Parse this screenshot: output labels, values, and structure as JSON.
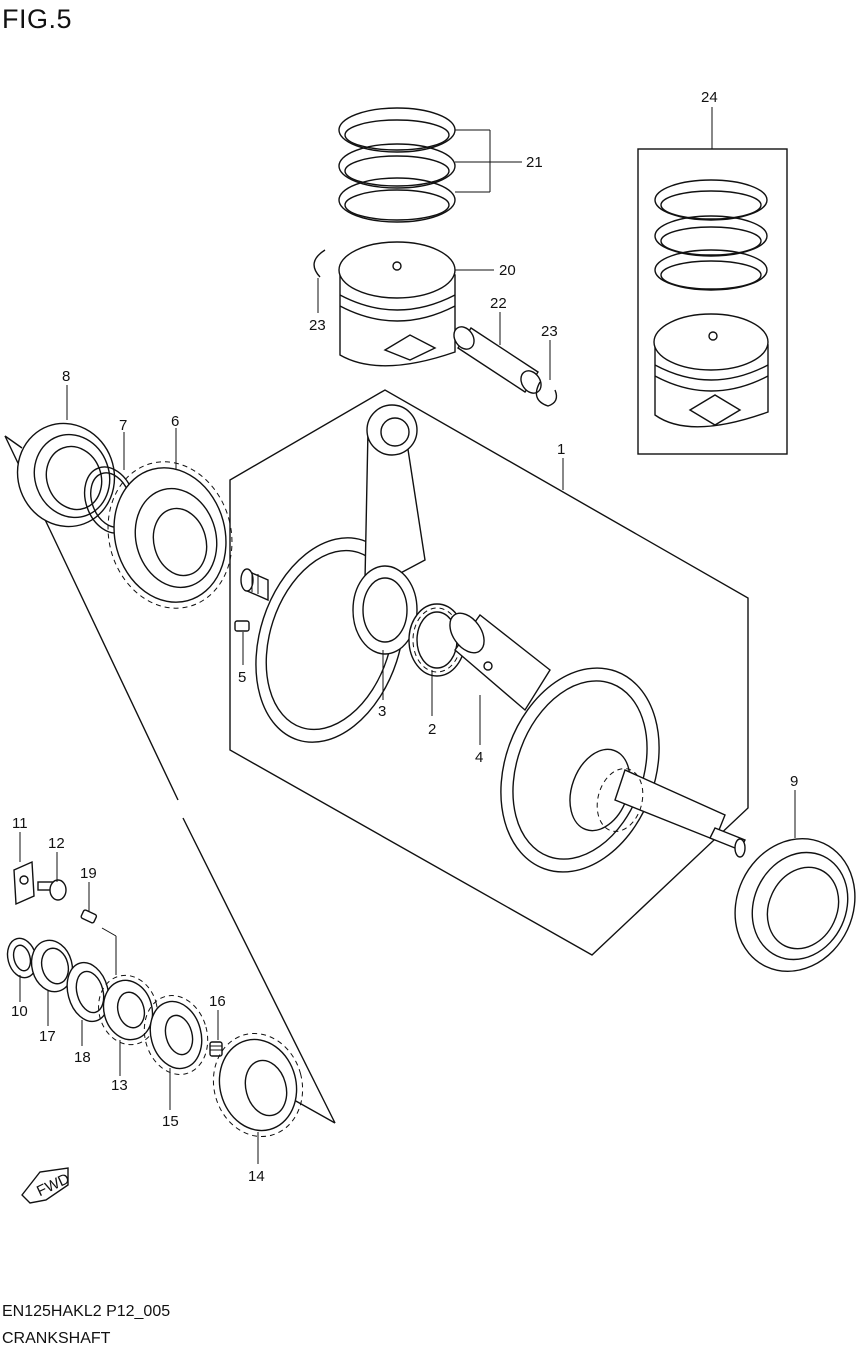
{
  "figure": {
    "label": "FIG.5"
  },
  "footer": {
    "code": "EN125HAKL2 P12_005",
    "name": "CRANKSHAFT"
  },
  "fwd_label": "FWD",
  "callouts": [
    {
      "id": "c1",
      "text": "1"
    },
    {
      "id": "c2",
      "text": "2"
    },
    {
      "id": "c3",
      "text": "3"
    },
    {
      "id": "c4",
      "text": "4"
    },
    {
      "id": "c5",
      "text": "5"
    },
    {
      "id": "c6",
      "text": "6"
    },
    {
      "id": "c7",
      "text": "7"
    },
    {
      "id": "c8",
      "text": "8"
    },
    {
      "id": "c9",
      "text": "9"
    },
    {
      "id": "c10",
      "text": "10"
    },
    {
      "id": "c11",
      "text": "11"
    },
    {
      "id": "c12",
      "text": "12"
    },
    {
      "id": "c13",
      "text": "13"
    },
    {
      "id": "c14",
      "text": "14"
    },
    {
      "id": "c15",
      "text": "15"
    },
    {
      "id": "c16",
      "text": "16"
    },
    {
      "id": "c17",
      "text": "17"
    },
    {
      "id": "c18",
      "text": "18"
    },
    {
      "id": "c19",
      "text": "19"
    },
    {
      "id": "c20",
      "text": "20"
    },
    {
      "id": "c21",
      "text": "21"
    },
    {
      "id": "c22",
      "text": "22"
    },
    {
      "id": "c23a",
      "text": "23"
    },
    {
      "id": "c23b",
      "text": "23"
    },
    {
      "id": "c24",
      "text": "24"
    }
  ]
}
